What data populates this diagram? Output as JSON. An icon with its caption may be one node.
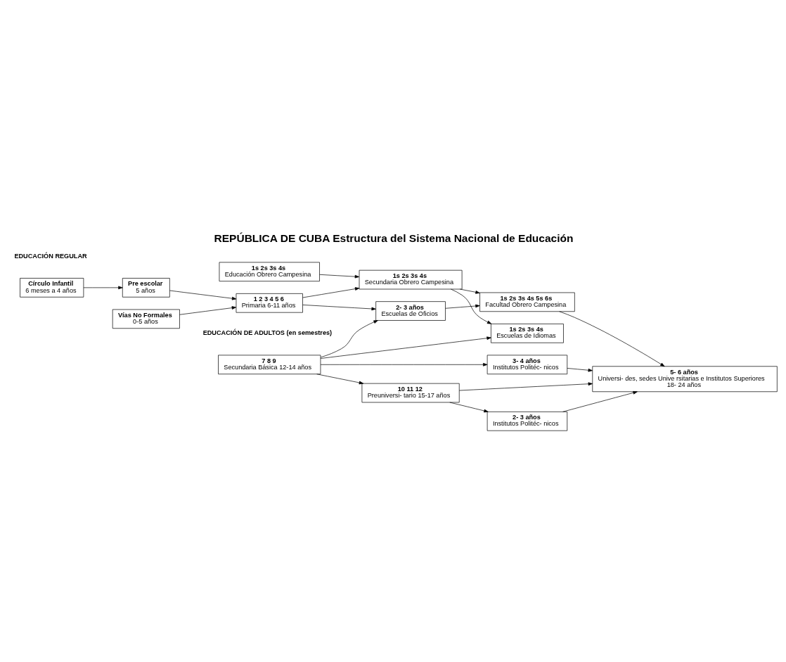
{
  "diagram": {
    "title": "REPÚBLICA DE CUBA Estructura del Sistema Nacional de Educación",
    "nodes": [
      {
        "text": [
          "Círculo Infantil",
          "6 meses a 4 años"
        ]
      },
      {
        "text": [
          "Pre escolar",
          "5 años"
        ]
      },
      {
        "text": [
          "1 2 3 4 5 6",
          "Primaria 6-11 años"
        ]
      },
      {
        "text": [
          "7 8 9",
          "Secundaria Básica 12-14 años"
        ]
      },
      {
        "text": [
          "10 11 12",
          "Preuniversi- tario 15-17 años"
        ]
      },
      {
        "text": [
          "Vías No Formales",
          "0-5 años"
        ]
      },
      {
        "text": [
          "3- 4 años",
          "Institutos Politéc- nicos"
        ]
      },
      {
        "text": [
          "2- 3 años",
          "Institutos Politéc- nicos"
        ]
      },
      {
        "text": [
          "5- 6 años",
          "Universi- des, sedes Unive rsitarias e Institutos Superiores",
          "18- 24 años"
        ]
      },
      {
        "text": [
          "2- 3 años",
          "Escuelas de Oficios"
        ]
      },
      {
        "text": [
          "1s 2s 3s 4s",
          "Educación Obrero Campesina"
        ]
      },
      {
        "text": [
          "1s 2s 3s 4s",
          "Secundaria Obrero Campesina"
        ]
      },
      {
        "text": [
          "1s 2s 3s 4s 5s 6s",
          "Facultad Obrero Campesina"
        ]
      },
      {
        "text": [
          "1s 2s 3s 4s",
          "Escuelas de Idiomas"
        ]
      }
    ],
    "edges": [
      {
        "from": 0,
        "to": 1,
        "arrow": "to"
      },
      {
        "from": 1,
        "to": 2,
        "arrow": "to"
      },
      {
        "from": 5,
        "to": 2,
        "arrow": "to"
      },
      {
        "from": 2,
        "to": 11,
        "arrow": "to"
      },
      {
        "from": 2,
        "to": 9,
        "arrow": "to"
      },
      {
        "from": 3,
        "to": 9,
        "arrow": "to"
      },
      {
        "from": 3,
        "to": 4,
        "arrow": "to"
      },
      {
        "from": 3,
        "to": 6,
        "arrow": "to"
      },
      {
        "from": 3,
        "to": 13,
        "arrow": "to"
      },
      {
        "from": 4,
        "to": 7,
        "arrow": "to"
      },
      {
        "from": 4,
        "to": 8,
        "arrow": "to"
      },
      {
        "from": 7,
        "to": 8,
        "arrow": "to"
      },
      {
        "from": 6,
        "to": 8,
        "arrow": "to"
      },
      {
        "from": 12,
        "to": 8,
        "arrow": "to"
      },
      {
        "from": 9,
        "to": 12,
        "arrow": "to"
      },
      {
        "from": 10,
        "to": 11,
        "arrow": "to"
      },
      {
        "from": 11,
        "to": 12,
        "arrow": "to"
      },
      {
        "from": 11,
        "to": 13,
        "arrow": "to"
      }
    ],
    "labels": [
      "EDUCACIÓN REGULAR",
      "EDUCACIÓN DE ADULTOS (en semestres)"
    ]
  }
}
